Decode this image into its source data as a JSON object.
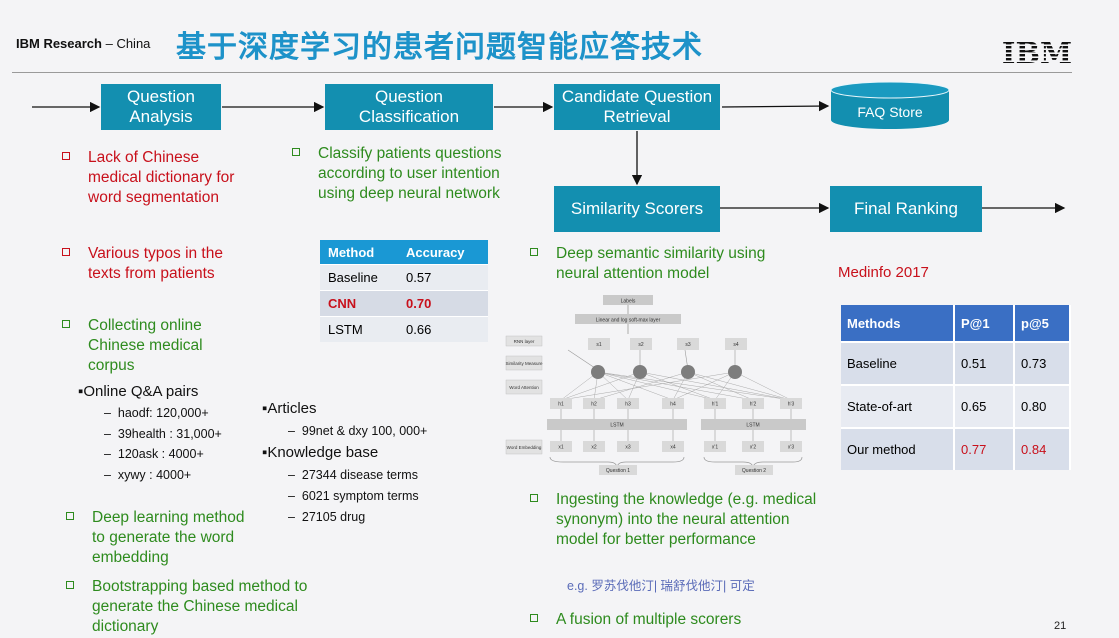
{
  "header": {
    "org_bold": "IBM Research",
    "org_rest": " – China",
    "title": "基于深度学习的患者问题智能应答技术",
    "logo_text": "IBM"
  },
  "pipeline": {
    "question_analysis": "Question Analysis",
    "question_classification": "Question Classification",
    "candidate_retrieval": "Candidate Question Retrieval",
    "faq_store": "FAQ Store",
    "similarity_scorers": "Similarity Scorers",
    "final_ranking": "Final Ranking"
  },
  "analysis": {
    "b1": [
      "Lack of Chinese",
      "medical dictionary for",
      "word segmentation"
    ],
    "b2": [
      "Various typos in the",
      "texts from patients"
    ],
    "b3": [
      "Collecting online",
      "Chinese medical",
      "corpus"
    ],
    "qa_pairs": "▪Online Q&A pairs",
    "qa_items": [
      "haodf: 120,000+",
      "39health : 31,000+",
      "120ask : 4000+",
      "xywy : 4000+"
    ],
    "articles": "▪Articles",
    "article_items": [
      "99net & dxy 100, 000+"
    ],
    "kb": "▪Knowledge base",
    "kb_items": [
      "27344 disease terms",
      "6021 symptom terms",
      "27105 drug"
    ],
    "b4": [
      "Deep learning method",
      "to generate the word",
      "embedding"
    ],
    "b5": [
      "Bootstrapping based method to",
      "generate the Chinese medical",
      "dictionary"
    ]
  },
  "classification": {
    "b1": [
      "Classify  patients questions",
      "according to user intention",
      "using deep neural network"
    ],
    "table": {
      "headers": [
        "Method",
        "Accuracy"
      ],
      "rows": [
        [
          "Baseline",
          "0.57"
        ],
        [
          "CNN",
          "0.70"
        ],
        [
          "LSTM",
          "0.66"
        ]
      ]
    }
  },
  "similarity": {
    "b1": [
      "Deep semantic similarity using",
      "neural attention model"
    ],
    "b2": [
      "Ingesting the knowledge  (e.g. medical",
      "synonym)  into the neural attention",
      "model for better performance"
    ],
    "example": "e.g. 罗苏伐他汀| 瑞舒伐他汀| 可定",
    "b3": [
      "A fusion of multiple scorers"
    ],
    "diagram": {
      "top": "Labels",
      "softmax": "Linear and log soft-max layer",
      "left_labels": [
        "RNN layer",
        "Similarity Measure",
        "Word Attention",
        "Word Embedding"
      ],
      "s_nodes": [
        "s1",
        "s2",
        "s3",
        "s4"
      ],
      "h_nodes": [
        "h1",
        "h2",
        "h3",
        "h4",
        "h'1",
        "h'2",
        "h'3"
      ],
      "x_nodes": [
        "x1",
        "x2",
        "x3",
        "x4",
        "x'1",
        "x'2",
        "x'3"
      ],
      "lstm": "LSTM",
      "q1": "Question 1",
      "q2": "Question 2"
    }
  },
  "results": {
    "medinfo": "Medinfo 2017",
    "headers": [
      "Methods",
      "P@1",
      "p@5"
    ],
    "rows": [
      [
        "Baseline",
        "0.51",
        "0.73"
      ],
      [
        "State-of-art",
        "0.65",
        "0.80"
      ],
      [
        "Our method",
        "0.77",
        "0.84"
      ]
    ]
  },
  "page_number": "21",
  "colors": {
    "box": "#138fb0",
    "title": "#1d92c9",
    "red": "#c8101b",
    "green": "#2e8b1e"
  }
}
